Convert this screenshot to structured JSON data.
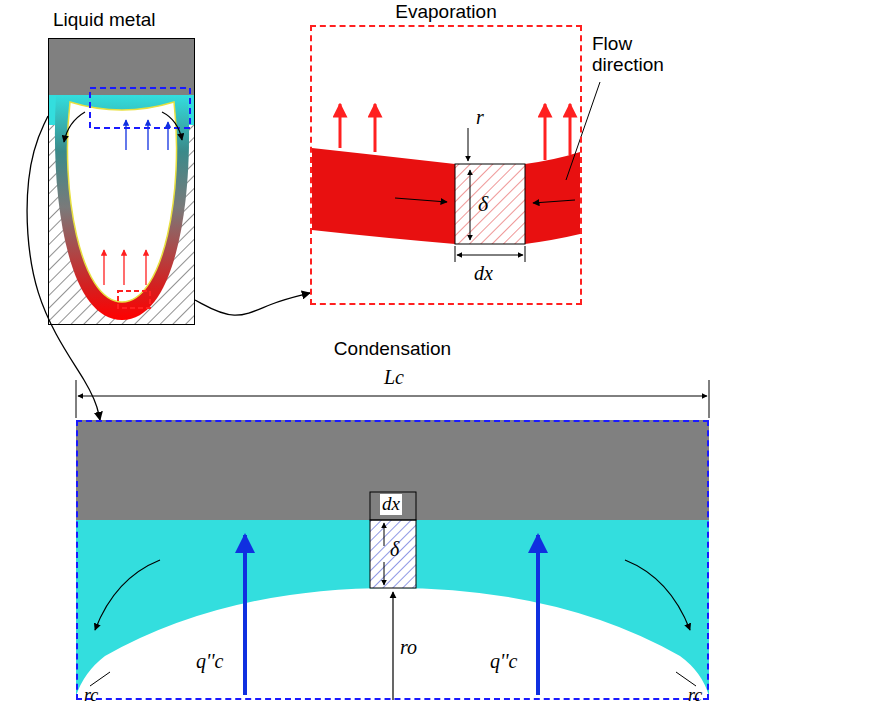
{
  "diagram": {
    "nodes": [
      {
        "text": [
          "Liquid metal"
        ]
      },
      {
        "text": [
          "Evaporation"
        ]
      },
      {
        "text": [
          "Condensation"
        ]
      }
    ],
    "edges": [
      {
        "from": 0,
        "to": 1,
        "arrow": "to"
      },
      {
        "from": 0,
        "to": 2,
        "arrow": "to"
      }
    ],
    "labels": [
      "r",
      "δ",
      "dx",
      "Flow direction",
      "Lc",
      "dx",
      "δ",
      "rc",
      "q''c",
      "ro",
      "q''c",
      "rc"
    ]
  }
}
